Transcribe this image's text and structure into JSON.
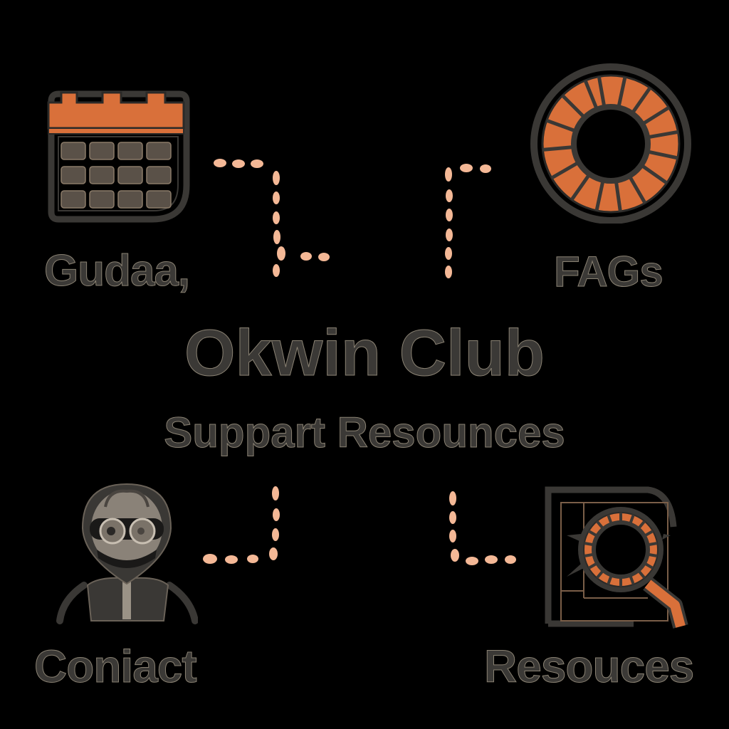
{
  "diagram": {
    "title": "Okwin Club",
    "subtitle": "Suppart Resounces",
    "nodes": [
      {
        "id": "guides",
        "label": "Gudaa,",
        "icon": "calendar-icon",
        "position": "top-left"
      },
      {
        "id": "faqs",
        "label": "FAGs",
        "icon": "lifebuoy-icon",
        "position": "top-right"
      },
      {
        "id": "contact",
        "label": "Coniact",
        "icon": "support-agent-icon",
        "position": "bottom-left"
      },
      {
        "id": "resources",
        "label": "Resouces",
        "icon": "document-search-icon",
        "position": "bottom-right"
      }
    ],
    "connectors": [
      {
        "from": "guides",
        "to": "center",
        "style": "dotted"
      },
      {
        "from": "faqs",
        "to": "center",
        "style": "dotted"
      },
      {
        "from": "contact",
        "to": "center",
        "style": "dotted"
      },
      {
        "from": "resources",
        "to": "center",
        "style": "dotted"
      }
    ]
  },
  "colors": {
    "background": "#000000",
    "accent": "#d9703a",
    "dots": "#f4b896",
    "text": "#3b3936",
    "outline": "#8a8273",
    "icon_dark": "#3a3835"
  }
}
